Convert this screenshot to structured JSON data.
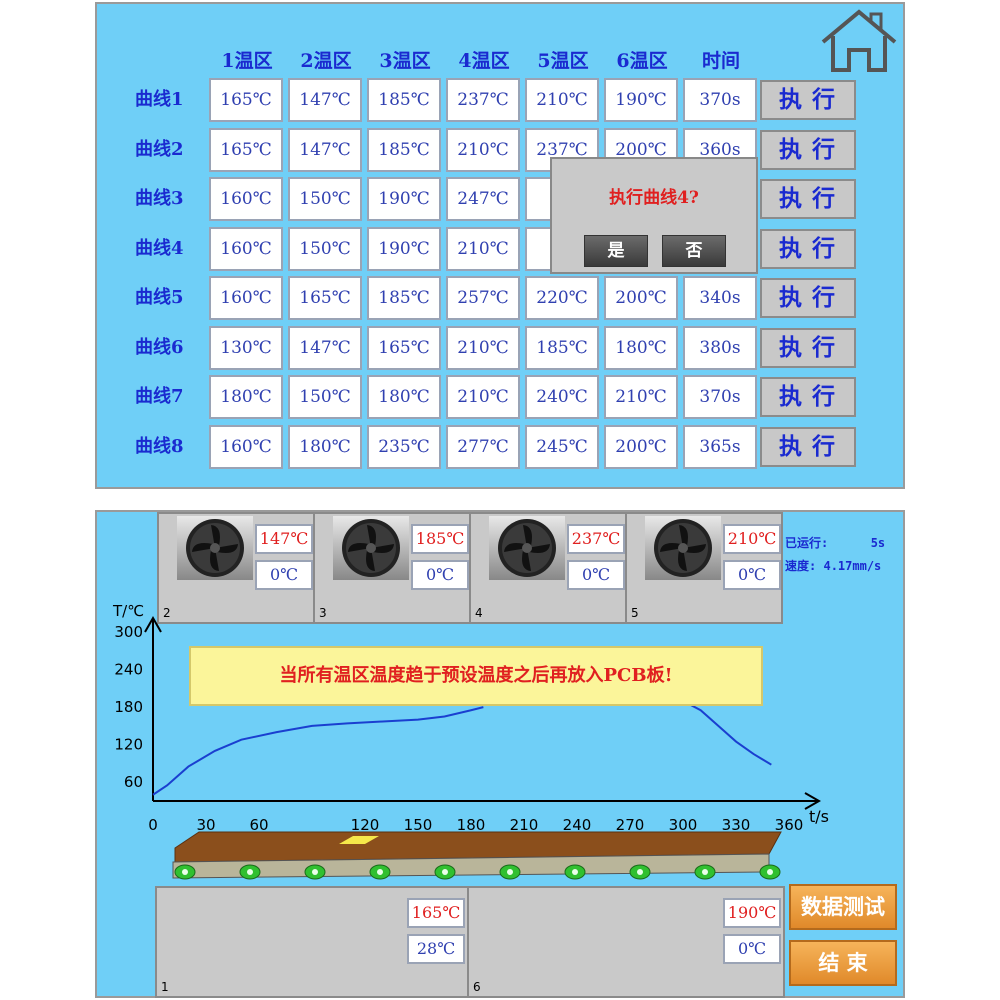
{
  "top_panel": {
    "headers": [
      "1温区",
      "2温区",
      "3温区",
      "4温区",
      "5温区",
      "6温区",
      "时间"
    ],
    "curves": [
      {
        "label": "曲线1",
        "values": [
          "165℃",
          "147℃",
          "185℃",
          "237℃",
          "210℃",
          "190℃",
          "370s"
        ]
      },
      {
        "label": "曲线2",
        "values": [
          "165℃",
          "147℃",
          "185℃",
          "210℃",
          "237℃",
          "200℃",
          "360s"
        ]
      },
      {
        "label": "曲线3",
        "values": [
          "160℃",
          "150℃",
          "190℃",
          "247℃",
          "21",
          "",
          ""
        ]
      },
      {
        "label": "曲线4",
        "values": [
          "160℃",
          "150℃",
          "190℃",
          "210℃",
          "24",
          "",
          ""
        ]
      },
      {
        "label": "曲线5",
        "values": [
          "160℃",
          "165℃",
          "185℃",
          "257℃",
          "220℃",
          "200℃",
          "340s"
        ]
      },
      {
        "label": "曲线6",
        "values": [
          "130℃",
          "147℃",
          "165℃",
          "210℃",
          "185℃",
          "180℃",
          "380s"
        ]
      },
      {
        "label": "曲线7",
        "values": [
          "180℃",
          "150℃",
          "180℃",
          "210℃",
          "240℃",
          "210℃",
          "370s"
        ]
      },
      {
        "label": "曲线8",
        "values": [
          "160℃",
          "180℃",
          "235℃",
          "277℃",
          "245℃",
          "200℃",
          "365s"
        ]
      }
    ],
    "execute_label": "执行",
    "home_icon": "home-icon",
    "dialog": {
      "title": "执行曲线4?",
      "yes": "是",
      "no": "否"
    }
  },
  "bottom_panel": {
    "top_zones": [
      {
        "number": "2",
        "set": "147℃",
        "current": "0℃"
      },
      {
        "number": "3",
        "set": "185℃",
        "current": "0℃"
      },
      {
        "number": "4",
        "set": "237℃",
        "current": "0℃"
      },
      {
        "number": "5",
        "set": "210℃",
        "current": "0℃"
      }
    ],
    "bottom_zones": [
      {
        "number": "1",
        "set": "165℃",
        "current": "28℃"
      },
      {
        "number": "6",
        "set": "190℃",
        "current": "0℃"
      }
    ],
    "status": {
      "elapsed_label": "已运行:",
      "elapsed_value": "5s",
      "speed_label": "速度:",
      "speed_value": "4.17mm/s"
    },
    "notice": "当所有温区温度趋于预设温度之后再放入PCB板!",
    "buttons": {
      "data_test": "数据测试",
      "end": "结 束"
    },
    "colors": {
      "panel": "#6fcff7",
      "curve": "#1a3fd0",
      "set_temp": "#e02020",
      "current_temp": "#3040b0",
      "notice_bg": "#fbf59a"
    }
  },
  "chart_data": {
    "type": "line",
    "xlabel": "t/s",
    "ylabel": "T/℃",
    "x_ticks": [
      0,
      30,
      60,
      120,
      150,
      180,
      210,
      240,
      270,
      300,
      330,
      360
    ],
    "y_ticks": [
      60,
      120,
      180,
      240,
      300
    ],
    "xlim": [
      0,
      360
    ],
    "ylim": [
      30,
      300
    ],
    "series": [
      {
        "points": [
          [
            0,
            40
          ],
          [
            8,
            55
          ],
          [
            20,
            85
          ],
          [
            35,
            110
          ],
          [
            50,
            128
          ],
          [
            70,
            140
          ],
          [
            90,
            150
          ],
          [
            110,
            154
          ],
          [
            130,
            157
          ],
          [
            150,
            160
          ],
          [
            165,
            165
          ],
          [
            180,
            175
          ],
          [
            187,
            180
          ]
        ]
      },
      {
        "points": [
          [
            300,
            190
          ],
          [
            310,
            175
          ],
          [
            320,
            150
          ],
          [
            330,
            125
          ],
          [
            340,
            105
          ],
          [
            350,
            88
          ]
        ]
      }
    ]
  }
}
